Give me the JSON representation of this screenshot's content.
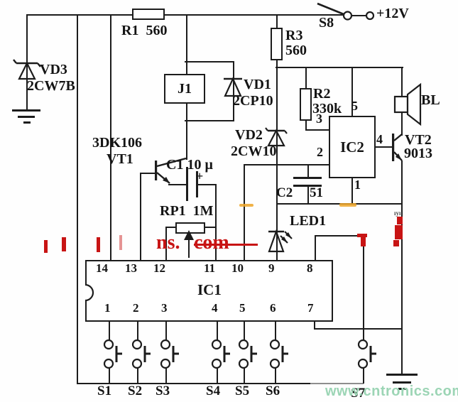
{
  "labels": {
    "r1": "R1  560",
    "vd3_name": "VD3",
    "vd3_type": "2CW7B",
    "s8": "S8",
    "supply": "+12V",
    "r3_name": "R3",
    "r3_value": "560",
    "j1": "J1",
    "vd1_name": "VD1",
    "vd1_type": "2CP10",
    "vd2_name": "VD2",
    "vd2_type": "2CW10",
    "r2_name": "R2",
    "r2_value": "330k",
    "ic2": "IC2",
    "ic2_pin5": "5",
    "ic2_pin3": "3",
    "ic2_pin2": "2",
    "ic2_pin4": "4",
    "ic2_pin1": "1",
    "bl": "BL",
    "vt2_name": "VT2",
    "vt2_part": "9013",
    "c2_name": "C2",
    "c2_value": "51",
    "vt1_part": "3DK106",
    "vt1_name": "VT1",
    "c1": "C1 10 μ",
    "c1_polarity": "+",
    "rp1": "RP1  1M",
    "led1": "LED1",
    "ic1": "IC1"
  },
  "ic1_top_pins": [
    "14",
    "13",
    "12",
    "11",
    "10",
    "9",
    "8"
  ],
  "ic1_bottom_pins": [
    "1",
    "2",
    "3",
    "4",
    "5",
    "6",
    "7"
  ],
  "switches": [
    "S1",
    "S2",
    "S3",
    "S4",
    "S5",
    "S6",
    "S7"
  ],
  "watermarks": {
    "red_fragment_a": "ns.",
    "red_fragment_b": "com",
    "green": "www.cntronics.com",
    "tiny": "ıyı"
  },
  "colors": {
    "line": "#1c1c1c",
    "red_watermark": "#c81414",
    "green_watermark": "#9cd5b5",
    "orange_mark": "#eda428"
  }
}
